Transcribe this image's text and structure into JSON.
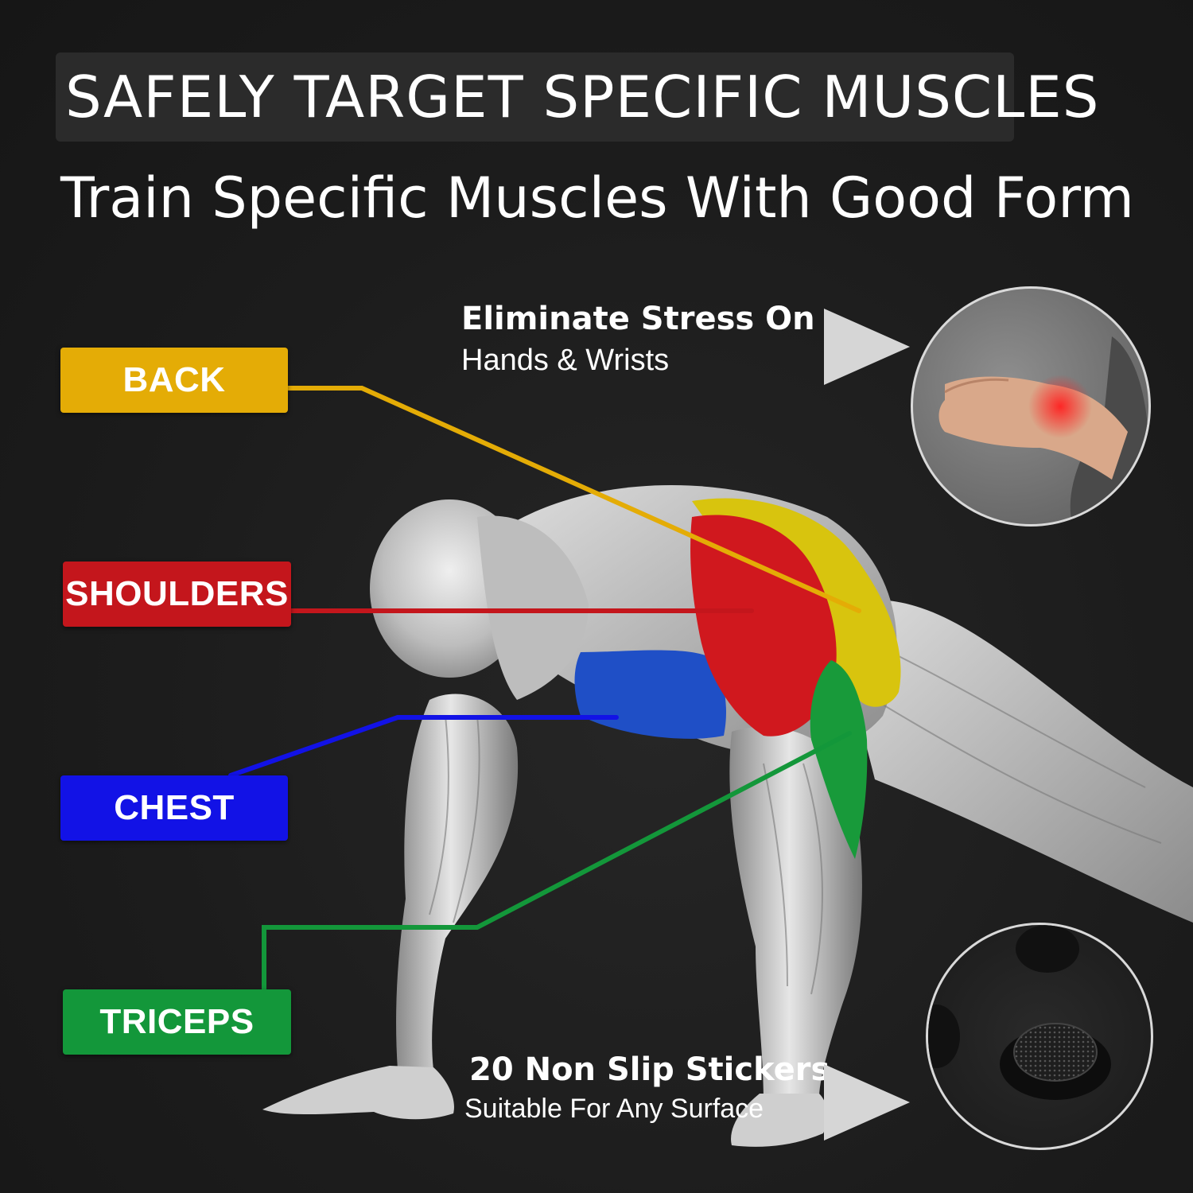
{
  "header": {
    "headline": "SAFELY TARGET SPECIFIC MUSCLES",
    "subheadline": "Train Specific Muscles With Good Form"
  },
  "labels": [
    {
      "text": "BACK",
      "color": "#e4ac06"
    },
    {
      "text": "SHOULDERS",
      "color": "#c4161c"
    },
    {
      "text": "CHEST",
      "color": "#1212e6"
    },
    {
      "text": "TRICEPS",
      "color": "#13973a"
    }
  ],
  "features": {
    "wrist": {
      "title": "Eliminate Stress On",
      "subtitle": "Hands & Wrists"
    },
    "stickers": {
      "title": "20 Non Slip Stickers",
      "subtitle": "Suitable For Any Surface"
    }
  },
  "colors": {
    "back": "#e4ac06",
    "shoulders": "#c4161c",
    "chest": "#1212e6",
    "triceps": "#13973a",
    "background": "#1b1b1b"
  }
}
